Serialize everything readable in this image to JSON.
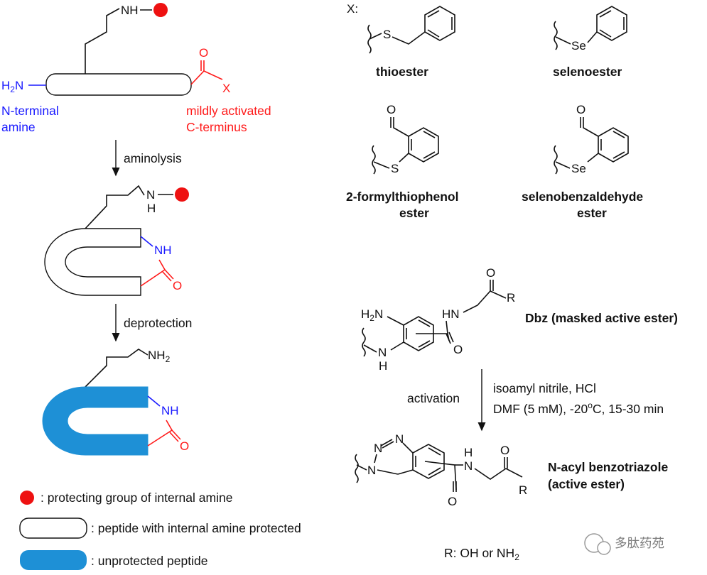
{
  "left": {
    "top_nh": "NH",
    "h2n": "H2N",
    "x_label": "X",
    "o_label": "O",
    "n_terminal": [
      "N-terminal",
      "amine"
    ],
    "c_terminus": [
      "mildly activated",
      "C-terminus"
    ],
    "step1": "aminolysis",
    "nh_mid": "N",
    "h_mid": "H",
    "ring_nh": "NH",
    "ring_o": "O",
    "step2": "deprotection",
    "nh2": "NH2",
    "ring2_nh": "NH",
    "ring2_o": "O"
  },
  "legend": {
    "dot": ": protecting group of internal amine",
    "outline": ": peptide with internal amine protected",
    "filled": ": unprotected peptide"
  },
  "esters": {
    "x_prefix": "X:",
    "thioester": {
      "atom": "S",
      "name": [
        "thioester"
      ]
    },
    "selenoester": {
      "atom": "Se",
      "name": [
        "selenoester"
      ]
    },
    "formylthio": {
      "atom": "S",
      "o": "O",
      "name": [
        "2-formylthiophenol",
        "ester"
      ]
    },
    "selenobenz": {
      "atom": "Se",
      "o": "O",
      "name": [
        "selenobenzaldehyde",
        "ester"
      ]
    }
  },
  "dbz": {
    "h2n": "H2N",
    "n": "N",
    "h": "H",
    "hn": "HN",
    "o1": "O",
    "o2": "O",
    "r": "R",
    "label": "Dbz (masked active ester)"
  },
  "activation": {
    "label": "activation",
    "reagent1": "isoamyl nitrile, HCl",
    "reagent2_a": "DMF (5 mM), -20",
    "reagent2_sup": "o",
    "reagent2_b": "C, 15-30 min"
  },
  "benzotriazole": {
    "n1": "N",
    "n2": "N",
    "n3": "N",
    "h": "H",
    "n_amide": "N",
    "o1": "O",
    "o2": "O",
    "r": "R",
    "label": [
      "N-acyl benzotriazole",
      "(active ester)"
    ]
  },
  "r_def": "R: OH or NH2",
  "watermark": "多肽药苑",
  "colors": {
    "blue": "#1a1aff",
    "red": "#ff1a1a",
    "peptide_fill": "#1e90d6"
  }
}
